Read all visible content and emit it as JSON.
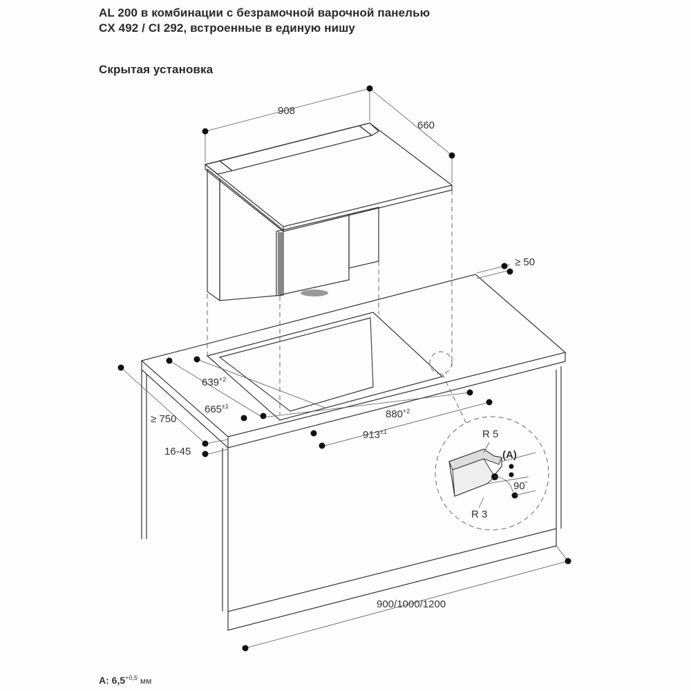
{
  "header": {
    "title_line1": "AL 200 в комбинации с безрамочной варочной панелью",
    "title_line2": "CX 492 / CI 292, встроенные в единую нишу",
    "subtitle": "Скрытая установка"
  },
  "dimensions": {
    "width_hood": "908",
    "depth_hood": "660",
    "rear_clearance": "≥ 50",
    "cutout_depth": "639",
    "cutout_depth_tol": "+2",
    "outer_depth": "665",
    "outer_depth_tol": "±1",
    "cabinet_depth": "≥ 750",
    "worktop_thickness": "16-45",
    "cutout_width": "880",
    "cutout_width_tol": "+2",
    "outer_width": "913",
    "outer_width_tol": "±1",
    "cabinet_width": "900/1000/1200"
  },
  "detail": {
    "radius_top": "R 5",
    "marker": "(A)",
    "angle": "90",
    "angle_unit": "°",
    "radius_bottom": "R 3"
  },
  "footnote": {
    "label": "A:",
    "value": "6,5",
    "tolerance": "+0,5",
    "unit": "мм"
  }
}
